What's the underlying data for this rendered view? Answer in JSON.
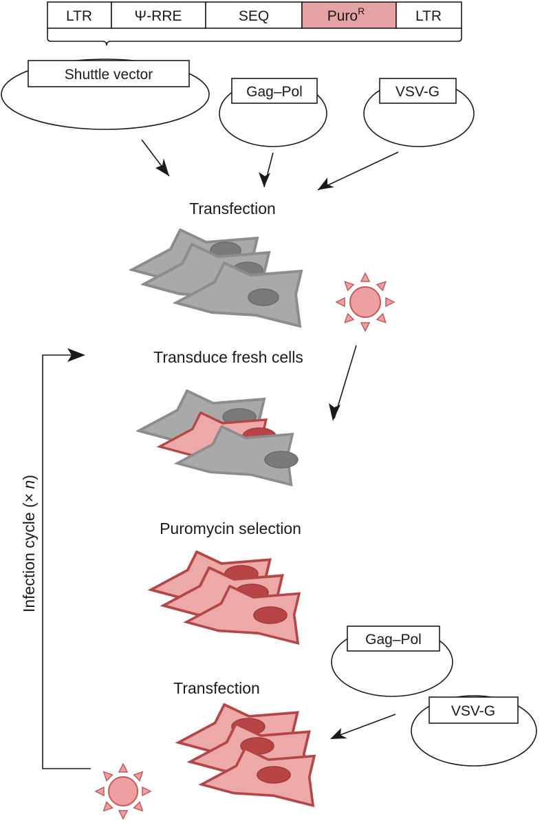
{
  "vector_segments": [
    {
      "label": "LTR",
      "sup": ""
    },
    {
      "label": "Ψ-RRE",
      "sup": ""
    },
    {
      "label": "SEQ",
      "sup": ""
    },
    {
      "label": "Puro",
      "sup": "R"
    },
    {
      "label": "LTR",
      "sup": ""
    }
  ],
  "plasmids": {
    "shuttle": "Shuttle vector",
    "gagpol_top": "Gag–Pol",
    "vsvg_top": "VSV-G",
    "gagpol_bottom": "Gag–Pol",
    "vsvg_bottom": "VSV-G"
  },
  "steps": {
    "transfection_1": "Transfection",
    "transduce": "Transduce fresh cells",
    "selection": "Puromycin selection",
    "transfection_2": "Transfection"
  },
  "cycle_label": {
    "prefix": "Infection cycle (× ",
    "n": "n",
    "suffix": ")"
  },
  "colors": {
    "puro_fill": "#e6a3a3",
    "cell_gray_fill": "#a9a9a9",
    "cell_gray_stroke": "#8c8c8c",
    "nucleus_gray": "#7a7a7a",
    "cell_pink_fill": "#eda8a8",
    "cell_pink_stroke": "#b44646",
    "nucleus_pink": "#b84545",
    "virus_fill": "#ee9f9f",
    "virus_stroke": "#c25a5a",
    "line": "#1a1a1a"
  }
}
